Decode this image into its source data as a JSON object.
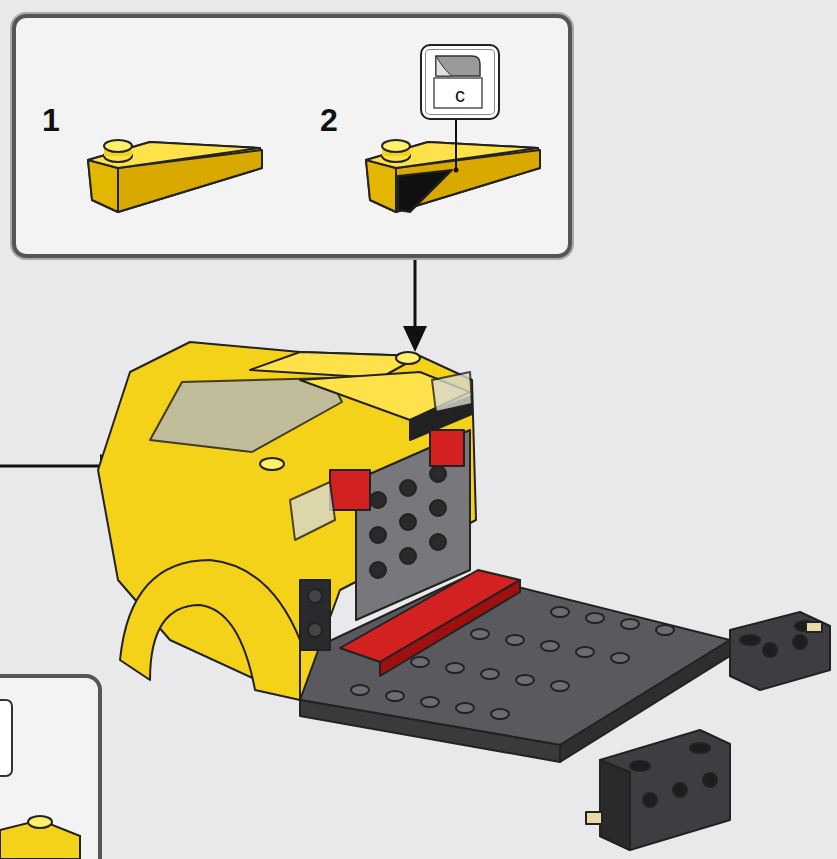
{
  "diagram": {
    "nodes": [
      {
        "text": [
          "1",
          "2"
        ]
      },
      {
        "text": [
          "c"
        ],
        "in": 0
      }
    ]
  }
}
